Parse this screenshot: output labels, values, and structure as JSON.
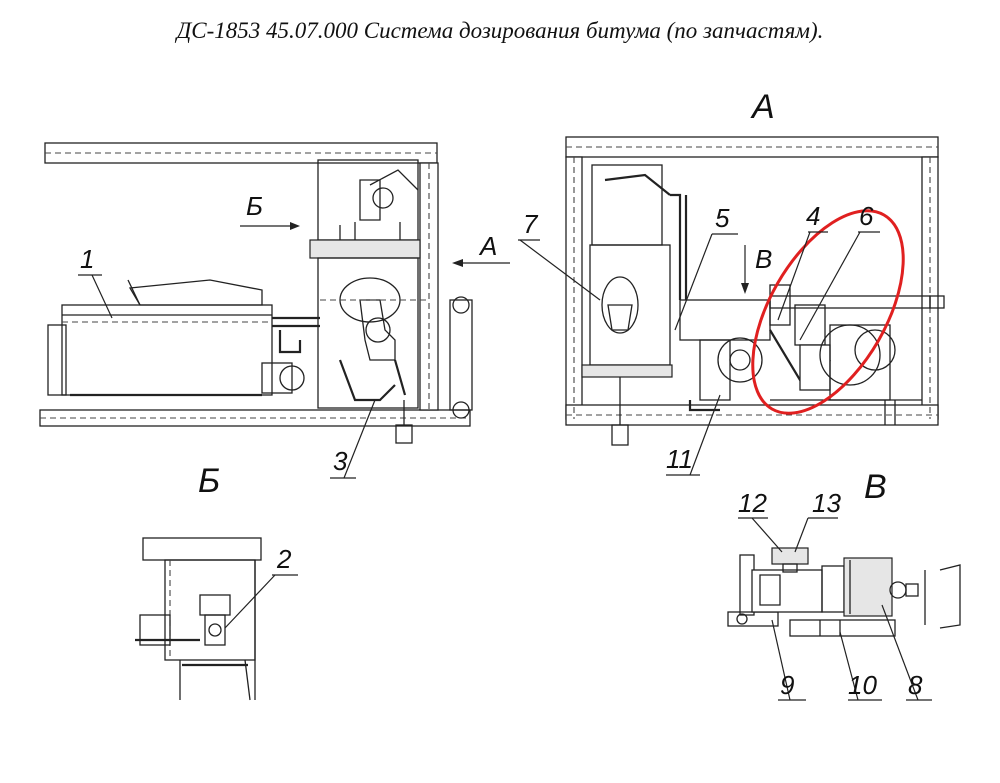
{
  "title": "ДС-1853 45.07.000 Система дозирования битума (по запчастям).",
  "views": {
    "a": "А",
    "b": "Б",
    "v": "В"
  },
  "arrows": {
    "b": "Б",
    "a": "А",
    "v": "В"
  },
  "callouts": {
    "c1": "1",
    "c2": "2",
    "c3": "3",
    "c4": "4",
    "c5": "5",
    "c6": "6",
    "c7": "7",
    "c8": "8",
    "c9": "9",
    "c10": "10",
    "c11": "11",
    "c12": "12",
    "c13": "13"
  },
  "colors": {
    "highlight": "#e02020",
    "line": "#222222"
  }
}
